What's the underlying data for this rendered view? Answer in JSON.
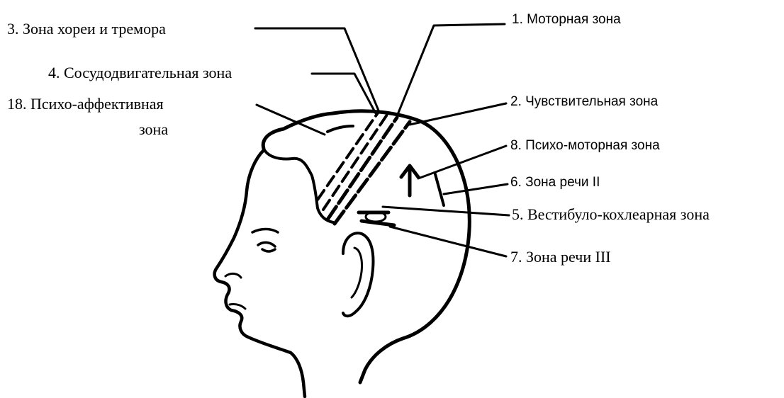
{
  "labels": {
    "zone1": "1. Моторная зона",
    "zone2": "2. Чувствительная зона",
    "zone3": "3. Зона хореи и тремора",
    "zone4": "4. Сосудодвигательная зона",
    "zone5": "5. Вестибуло-кохлеарная зона",
    "zone6": "6. Зона речи II",
    "zone7": "7. Зона речи III",
    "zone8": "8. Психо-моторная зона",
    "zone18_line1": "18. Психо-аффективная",
    "zone18_line2": "зона"
  },
  "colors": {
    "ink": "#000000",
    "background": "#ffffff"
  }
}
